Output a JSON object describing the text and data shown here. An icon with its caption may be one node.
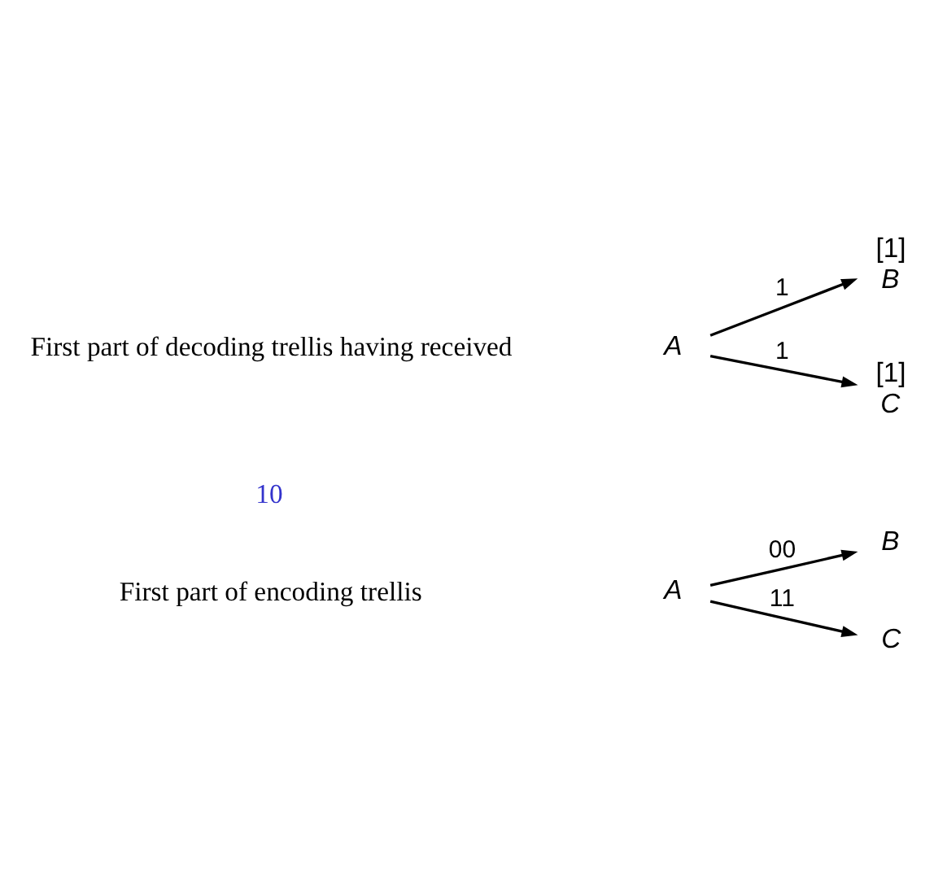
{
  "diagram": {
    "nodes": [
      {
        "text": [
          "A"
        ]
      },
      {
        "text": [
          "B"
        ]
      },
      {
        "text": [
          "C"
        ]
      },
      {
        "text": [
          "A"
        ]
      },
      {
        "text": [
          "B"
        ],
        "beside": [
          "[1]"
        ]
      },
      {
        "text": [
          "C"
        ],
        "beside": [
          "[1]"
        ]
      }
    ],
    "edges": [
      {
        "from": 0,
        "to": 1,
        "arrow": "to",
        "label": "00"
      },
      {
        "from": 0,
        "to": 2,
        "arrow": "to",
        "label": "11"
      },
      {
        "from": 3,
        "to": 4,
        "arrow": "to",
        "label": "1"
      },
      {
        "from": 3,
        "to": 5,
        "arrow": "to",
        "label": "1"
      }
    ],
    "labels": [
      "First part of encoding trellis",
      "First part of decoding trellis having received",
      "10"
    ]
  }
}
